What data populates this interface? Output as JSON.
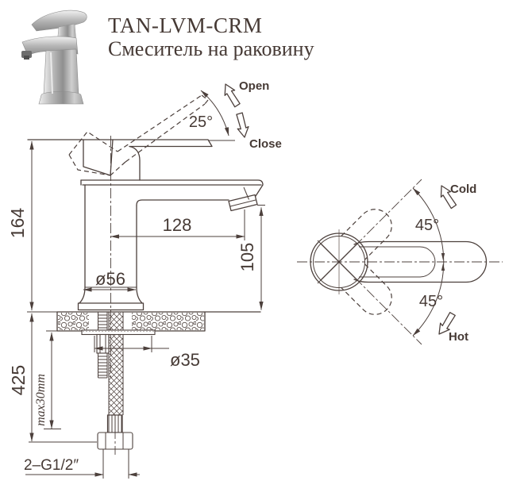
{
  "header": {
    "model": "TAN-LVM-CRM",
    "subtitle": "Смеситель на раковину"
  },
  "colors": {
    "line": "#4c403c",
    "text": "#463a35",
    "background": "#ffffff"
  },
  "side_view": {
    "open_label": "Open",
    "close_label": "Close",
    "handle_angle": "25°",
    "dim_total_height": "164",
    "dim_spout_reach": "128",
    "dim_spout_height": "105",
    "dim_base_diameter": "ø56",
    "dim_hole_diameter": "ø35",
    "dim_hose_length": "425",
    "dim_deck_thickness": "max30mm",
    "dim_connection": "2–G1/2″"
  },
  "top_view": {
    "cold_label": "Cold",
    "hot_label": "Hot",
    "swing_cold": "45°",
    "swing_hot": "45°"
  },
  "icons": {
    "open_arrow": "hollow-arrow-up-left",
    "close_arrow": "hollow-arrow-down",
    "cold_arrow": "hollow-arrow-up-left",
    "hot_arrow": "hollow-arrow-down-left"
  }
}
